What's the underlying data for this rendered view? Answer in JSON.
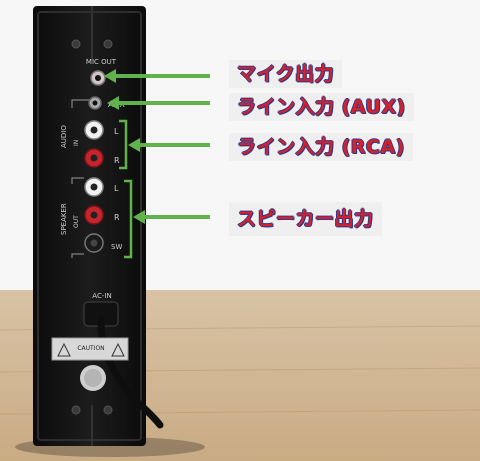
{
  "callouts": {
    "mic_out": "マイク出力",
    "line_in_aux": "ライン入力 (AUX)",
    "line_in_rca": "ライン入力 (RCA)",
    "speaker_out": "スピーカー出力"
  },
  "panel": {
    "mic_out": "MIC OUT",
    "aux": "AUX",
    "audio": "AUDIO",
    "in": "IN",
    "l": "L",
    "r": "R",
    "speaker": "SPEAKER",
    "out": "OUT",
    "sw": "SW",
    "ac_in": "AC-IN",
    "caution": "CAUTION"
  },
  "colors": {
    "arrow": "#5fb34a",
    "callout_text": "#d6202a",
    "callout_outline": "#2b3a8c",
    "callout_bg": "#efefef",
    "jack_white": "#f2f2f2",
    "jack_red": "#c8242c",
    "jack_black": "#1a1a1a"
  }
}
